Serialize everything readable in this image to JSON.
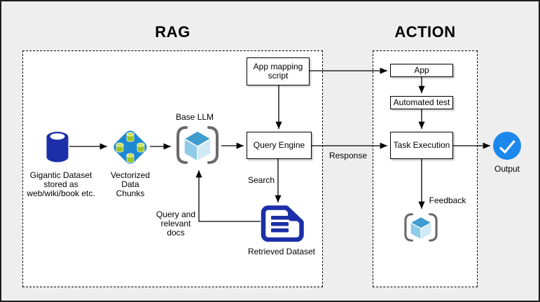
{
  "rag": {
    "title": "RAG",
    "gigantic_dataset": "Gigantic Dataset\nstored as\nweb/wiki/book etc.",
    "vectorized_chunks": "Vectorized\nData\nChunks",
    "base_llm": "Base LLM",
    "app_mapping_script": "App mapping\nscript",
    "query_engine": "Query Engine",
    "search": "Search",
    "retrieved_dataset": "Retrieved Dataset",
    "query_docs": "Query and\nrelevant\ndocs"
  },
  "action": {
    "title": "ACTION",
    "app": "App",
    "automated_test": "Automated test",
    "task_execution": "Task Execution",
    "feedback": "Feedback",
    "output": "Output"
  },
  "flow": {
    "response": "Response"
  },
  "icons": {
    "database": "database-cylinder-icon",
    "vector_chunks": "vectorized-chunks-icon",
    "llm_cube": "llm-cube-icon",
    "document": "retrieved-document-icon",
    "feedback_cube": "feedback-cube-icon",
    "check": "check-circle-icon"
  },
  "colors": {
    "canvas_bg": "#eeeeee",
    "panel_bg": "#ffffff",
    "line_black": "#000000",
    "navy_blue": "#1c2fa8",
    "diamond_blue": "#1e88d2",
    "chunk_green": "#9cc427",
    "chunk_green_light": "#cfe15a",
    "cube_top": "#3f9cce",
    "cube_left": "#8fcbe8",
    "cube_right": "#cfeaf6",
    "bracket_gray": "#6a6a6a",
    "output_blue": "#1d88ec"
  }
}
